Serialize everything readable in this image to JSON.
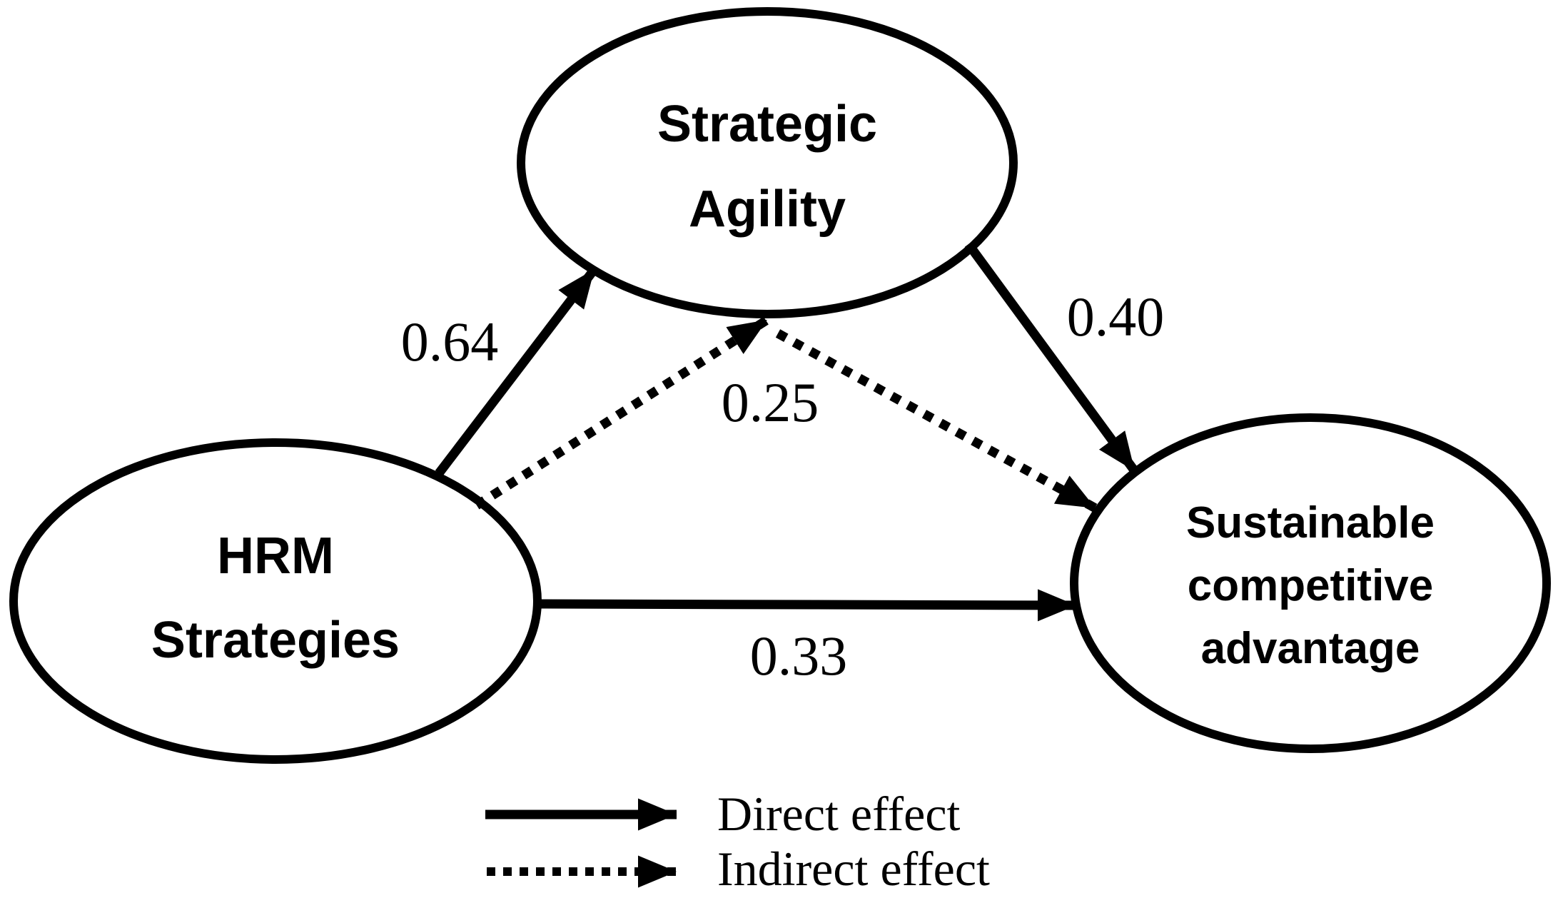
{
  "diagram": {
    "colors": {
      "ink": "#000000",
      "background": "#ffffff"
    },
    "nodes": {
      "hrm_strategies": {
        "lines": [
          "HRM",
          "Strategies"
        ]
      },
      "strategic_agility": {
        "lines": [
          "Strategic",
          "Agility"
        ]
      },
      "sustainable_competitive_advantage": {
        "lines": [
          "Sustainable",
          "competitive",
          "advantage"
        ]
      }
    },
    "paths": {
      "hrm_to_agility": {
        "coefficient": "0.64",
        "style": "solid",
        "effect": "direct"
      },
      "agility_to_advantage": {
        "coefficient": "0.40",
        "style": "solid",
        "effect": "direct"
      },
      "hrm_to_advantage": {
        "coefficient": "0.33",
        "style": "solid",
        "effect": "direct"
      },
      "indirect_via_agility": {
        "coefficient": "0.25",
        "style": "dotted",
        "effect": "indirect"
      }
    },
    "legend": {
      "direct": {
        "label": "Direct effect",
        "style": "solid"
      },
      "indirect": {
        "label": "Indirect effect",
        "style": "dotted"
      }
    }
  }
}
